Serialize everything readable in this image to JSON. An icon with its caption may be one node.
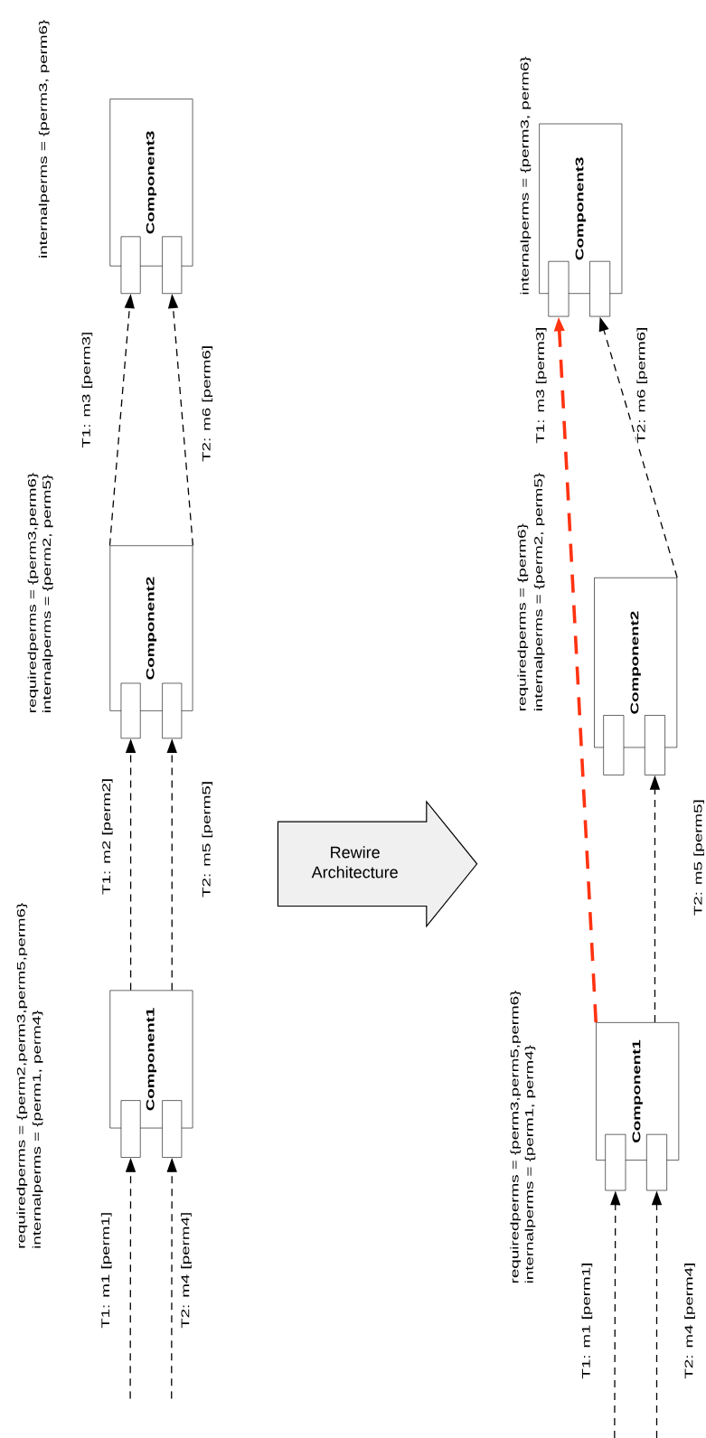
{
  "diagram": {
    "nodes": [
      {
        "text": [
          "Component1"
        ],
        "beside": [
          "requiredperms = {perm2,perm3,perm5,perm6}",
          "internalperms = {perm1, perm4}"
        ]
      },
      {
        "text": [],
        "shape": "box"
      },
      {
        "text": [],
        "shape": "box"
      },
      {
        "text": [
          "Component2"
        ],
        "beside": [
          "requiredperms = {perm3,perm6}",
          "internalperms = {perm2, perm5}"
        ]
      },
      {
        "text": [],
        "shape": "box"
      },
      {
        "text": [],
        "shape": "box"
      },
      {
        "text": [
          "Component3"
        ]
      },
      {
        "text": [],
        "shape": "box"
      },
      {
        "text": [],
        "shape": "box"
      },
      {
        "text": [
          "Rewire Architecture"
        ]
      },
      {
        "text": [
          "Component1"
        ],
        "beside": [
          "requiredperms = {perm3,perm5,perm6}",
          "internalperms = {perm1, perm4}"
        ]
      },
      {
        "text": [],
        "shape": "box"
      },
      {
        "text": [],
        "shape": "box"
      },
      {
        "text": [
          "Component2"
        ],
        "beside": [
          "requiredperms = {perm6}",
          "internalperms = {perm2, perm5}"
        ]
      },
      {
        "text": [],
        "shape": "box"
      },
      {
        "text": [],
        "shape": "box"
      },
      {
        "text": [
          "Component3"
        ],
        "beside": [
          "internalperms = {perm3, perm6}"
        ]
      },
      {
        "text": [],
        "shape": "box"
      },
      {
        "text": [],
        "shape": "box"
      }
    ],
    "edges": [
      {
        "from": null,
        "to": 1,
        "arrow": "to",
        "label": "T1: m1 [perm1]",
        "style": "dashed"
      },
      {
        "from": null,
        "to": 2,
        "arrow": "to",
        "label": "T2: m4 [perm4]",
        "style": "dashed"
      },
      {
        "from": 0,
        "to": 4,
        "arrow": "to",
        "label": "T1: m2 [perm2]",
        "style": "dashed"
      },
      {
        "from": 0,
        "to": 5,
        "arrow": "to",
        "label": "T2: m5 [perm5]",
        "style": "dashed"
      },
      {
        "from": 3,
        "to": 7,
        "arrow": "to",
        "label": "T1: m3 [perm3]",
        "style": "dashed"
      },
      {
        "from": 3,
        "to": 8,
        "arrow": "to",
        "label": "T2: m6 [perm6]",
        "style": "dashed"
      },
      {
        "from": null,
        "to": 11,
        "arrow": "to",
        "label": "T1: m1 [perm1]",
        "style": "dashed"
      },
      {
        "from": null,
        "to": 12,
        "arrow": "to",
        "label": "T2: m4 [perm4]",
        "style": "dashed"
      },
      {
        "from": 10,
        "to": 15,
        "arrow": "to",
        "label": "T2: m5 [perm5]",
        "style": "dashed"
      },
      {
        "from": 10,
        "to": 17,
        "arrow": "to",
        "label": "T1: m3 [perm3]",
        "style": "dashed",
        "color": "#ff3311"
      },
      {
        "from": 13,
        "to": 18,
        "arrow": "to",
        "label": "T2: m6 [perm6]",
        "style": "dashed"
      }
    ],
    "labels": [
      "internalperms = {perm3, perm6}"
    ]
  }
}
